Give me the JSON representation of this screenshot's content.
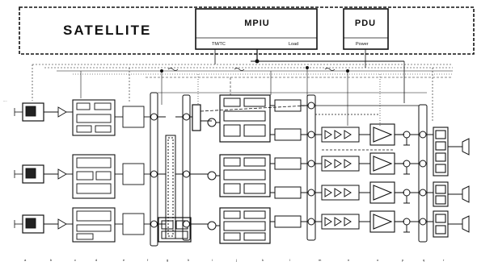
{
  "satellite": {
    "label": "SATELLITE",
    "mpiu": {
      "label": "MPIU",
      "port_left": "TM/TC",
      "port_right": "Load"
    },
    "pdu": {
      "label": "PDU",
      "port": "Power"
    }
  },
  "colors": {
    "ink": "#111111",
    "paper": "#ffffff"
  },
  "bottom_labels": [
    "a",
    "b",
    "c",
    "d",
    "e",
    "f",
    "g",
    "h",
    "i",
    "j",
    "k",
    "l",
    "m",
    "n",
    "o",
    "p",
    "q",
    "r"
  ]
}
